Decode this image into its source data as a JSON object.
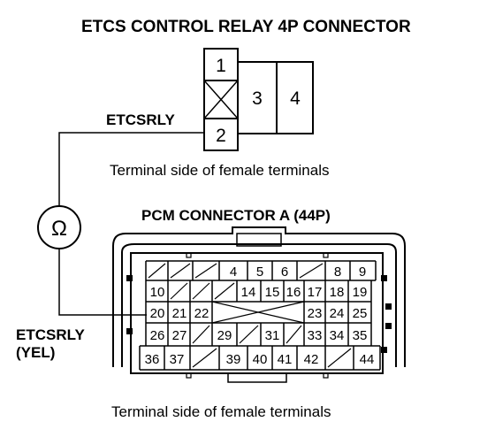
{
  "relay": {
    "title": "ETCS CONTROL RELAY 4P CONNECTOR",
    "signal_label": "ETCSRLY",
    "pins": {
      "p1": "1",
      "p2": "2",
      "p3": "3",
      "p4": "4"
    },
    "caption": "Terminal side of female terminals"
  },
  "meter": {
    "symbol": "Ω"
  },
  "pcm": {
    "title": "PCM CONNECTOR A (44P)",
    "signal_label_1": "ETCSRLY",
    "signal_label_2": "(YEL)",
    "caption": "Terminal side of female terminals",
    "pins": {
      "p4": "4",
      "p5": "5",
      "p6": "6",
      "p8": "8",
      "p9": "9",
      "p10": "10",
      "p14": "14",
      "p15": "15",
      "p16": "16",
      "p17": "17",
      "p18": "18",
      "p19": "19",
      "p20": "20",
      "p21": "21",
      "p22": "22",
      "p23": "23",
      "p24": "24",
      "p25": "25",
      "p26": "26",
      "p27": "27",
      "p29": "29",
      "p31": "31",
      "p33": "33",
      "p34": "34",
      "p35": "35",
      "p36": "36",
      "p37": "37",
      "p39": "39",
      "p40": "40",
      "p41": "41",
      "p42": "42",
      "p44": "44"
    }
  }
}
